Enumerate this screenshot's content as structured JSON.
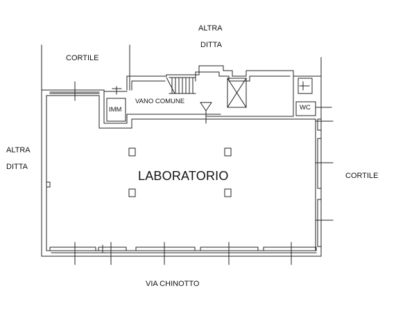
{
  "labels": {
    "altra_ditta_top_1": "ALTRA",
    "altra_ditta_top_2": "DITTA",
    "cortile_top": "CORTILE",
    "altra_ditta_left_1": "ALTRA",
    "altra_ditta_left_2": "DITTA",
    "cortile_right": "CORTILE",
    "imm": "IMM",
    "vano_comune": "VANO COMUNE",
    "wc": "WC",
    "laboratorio": "LABORATORIO",
    "via": "VIA CHINOTTO"
  }
}
